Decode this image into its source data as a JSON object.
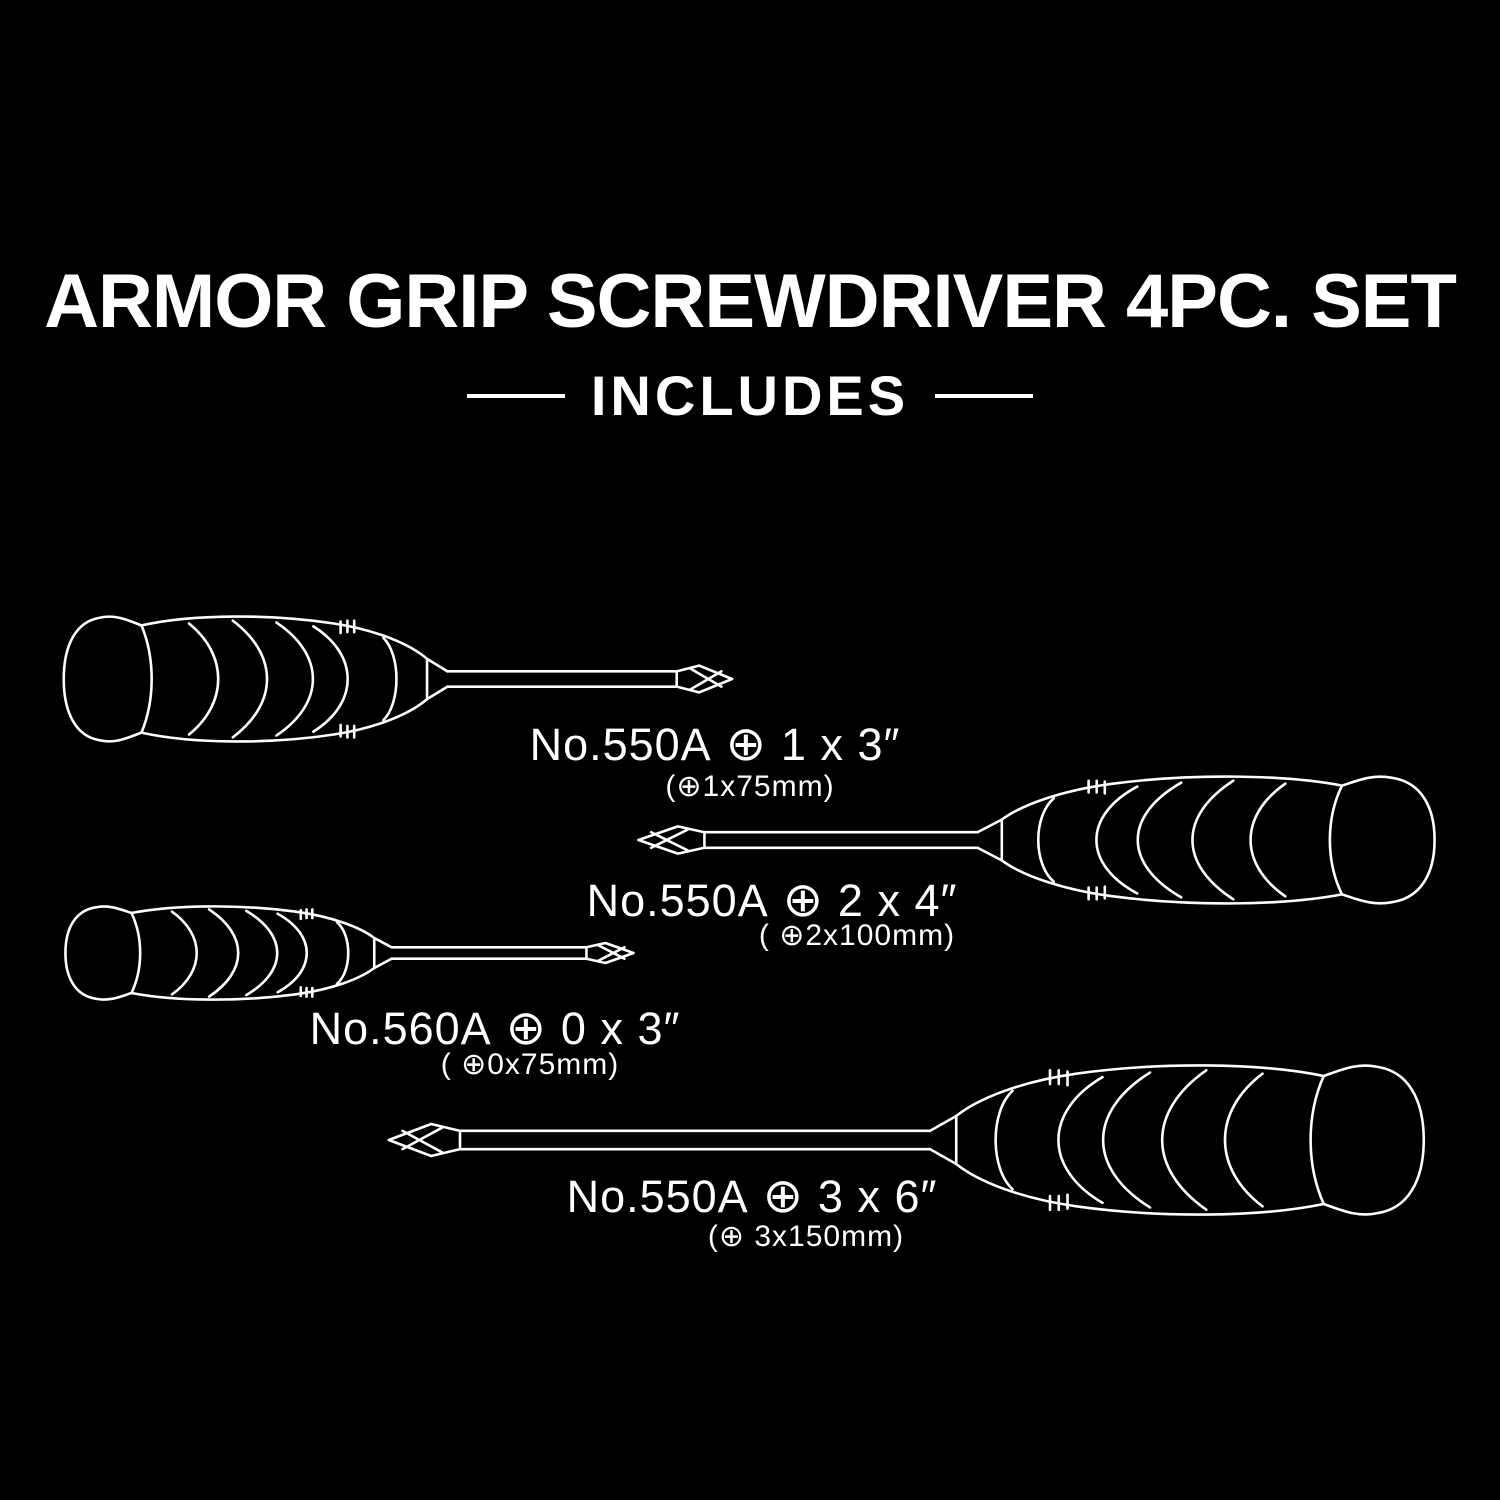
{
  "header": {
    "title": "ARMOR GRIP SCREWDRIVER 4PC. SET",
    "subtitle": "INCLUDES"
  },
  "colors": {
    "background": "#000000",
    "foreground": "#ffffff"
  },
  "items": [
    {
      "model": "No.550A",
      "phillips_symbol": "⊕",
      "size": "1 x 3″",
      "metric": "(⊕1x75mm)"
    },
    {
      "model": "No.550A",
      "phillips_symbol": "⊕",
      "size": "2 x 4″",
      "metric": "( ⊕2x100mm)"
    },
    {
      "model": "No.560A",
      "phillips_symbol": "⊕",
      "size": "0 x 3″",
      "metric": "( ⊕0x75mm)"
    },
    {
      "model": "No.550A",
      "phillips_symbol": "⊕",
      "size": "3 x 6″",
      "metric": "(⊕ 3x150mm)"
    }
  ]
}
